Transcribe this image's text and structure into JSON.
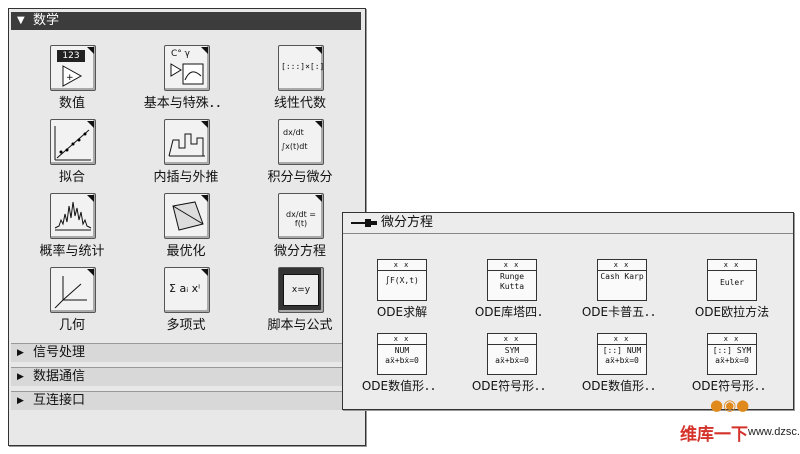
{
  "palette": {
    "title": "数学",
    "items": [
      {
        "label": "数值",
        "icon": "numeric-icon"
      },
      {
        "label": "基本与特殊．．",
        "icon": "elementary-special-icon"
      },
      {
        "label": "线性代数",
        "icon": "linear-algebra-icon"
      },
      {
        "label": "拟合",
        "icon": "fitting-icon"
      },
      {
        "label": "内插与外推",
        "icon": "interpolation-icon"
      },
      {
        "label": "积分与微分",
        "icon": "integration-differentiation-icon"
      },
      {
        "label": "概率与统计",
        "icon": "probability-statistics-icon"
      },
      {
        "label": "最优化",
        "icon": "optimization-icon"
      },
      {
        "label": "微分方程",
        "icon": "differential-equations-icon"
      },
      {
        "label": "几何",
        "icon": "geometry-icon"
      },
      {
        "label": "多项式",
        "icon": "polynomial-icon"
      },
      {
        "label": "脚本与公式",
        "icon": "script-formula-icon"
      }
    ],
    "icon_text": {
      "numeric": "123",
      "elementary": "C° γ",
      "linear": "[:::]×[:]",
      "integ_top": "dx/dt",
      "integ_bot": "∫x(t)dt",
      "diffeq": "dx/dt = f(t)",
      "poly": "Σ aᵢ xⁱ",
      "script": "x=y"
    },
    "sections": [
      "信号处理",
      "数据通信",
      "互连接口"
    ]
  },
  "subpalette": {
    "title": "微分方程",
    "items": [
      {
        "label": "ODE求解",
        "icon_text": "∫F(X,t)",
        "bar": "x x"
      },
      {
        "label": "ODE库塔四．",
        "icon_text": "Runge Kutta",
        "bar": "x x"
      },
      {
        "label": "ODE卡普五．．",
        "icon_text": "Cash Karp",
        "bar": "x x"
      },
      {
        "label": "ODE欧拉方法",
        "icon_text": "Euler",
        "bar": "x x"
      },
      {
        "label": "ODE数值形．．",
        "icon_text": "NUM aẍ+bẋ=0",
        "bar": "x x"
      },
      {
        "label": "ODE符号形．．",
        "icon_text": "SYM aẍ+bẋ=0",
        "bar": "x x"
      },
      {
        "label": "ODE数值形．．",
        "icon_text": "[::] NUM aẍ+bẋ=0",
        "bar": "x x"
      },
      {
        "label": "ODE符号形．．",
        "icon_text": "[::] SYM aẍ+bẋ=0",
        "bar": "x x"
      }
    ]
  },
  "watermark": {
    "brand": "维库一下",
    "url": "www.dzsc.com"
  }
}
